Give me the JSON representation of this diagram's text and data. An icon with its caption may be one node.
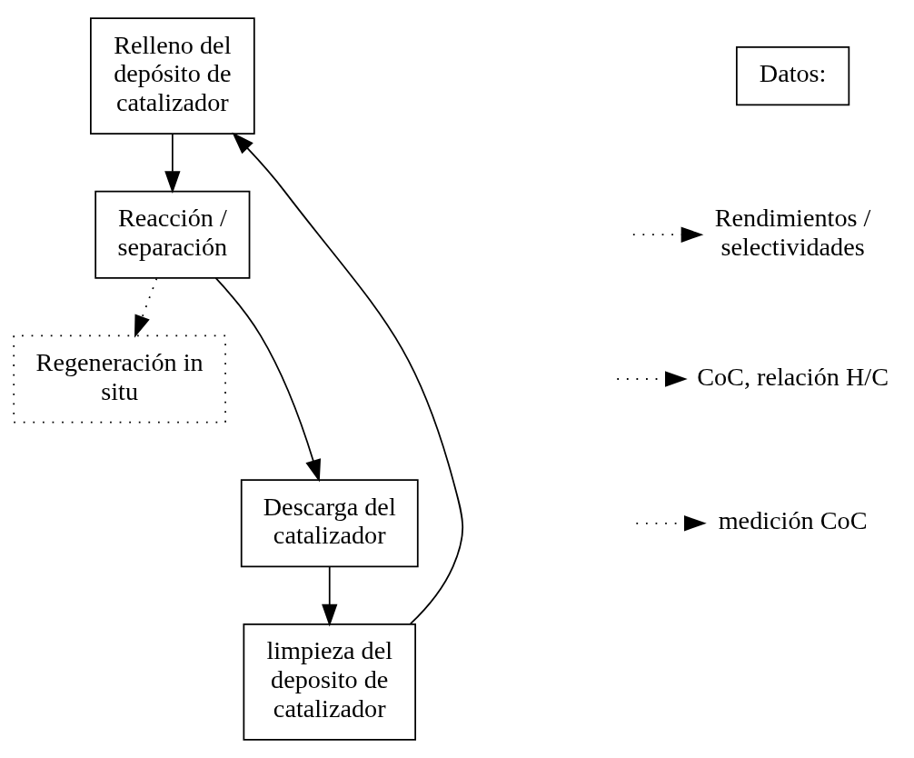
{
  "diagram": {
    "nodes": [
      {
        "text": [
          "Relleno del depósito de catalizador"
        ]
      },
      {
        "text": [
          "Reacción / separación"
        ]
      },
      {
        "text": [
          "Regeneración in situ"
        ]
      },
      {
        "text": [
          "Descarga del catalizador"
        ]
      },
      {
        "text": [
          "limpieza del deposito de catalizador"
        ]
      },
      {
        "text": [
          "Datos:"
        ]
      },
      {
        "text": [
          "Rendimientos / selectividades"
        ]
      },
      {
        "text": [
          "CoC, relación H/C"
        ]
      },
      {
        "text": [
          "medición CoC"
        ]
      }
    ],
    "edges": [
      {
        "from": 0,
        "to": 1,
        "arrow": "to"
      },
      {
        "from": 1,
        "to": 3,
        "arrow": "to"
      },
      {
        "from": 3,
        "to": 4,
        "arrow": "to"
      },
      {
        "from": 4,
        "to": 0,
        "arrow": "to"
      },
      {
        "from": 1,
        "to": 2,
        "arrow": "to",
        "style": "dashed"
      },
      {
        "from": null,
        "to": 6,
        "arrow": "to",
        "style": "dashed"
      },
      {
        "from": null,
        "to": 7,
        "arrow": "to",
        "style": "dashed"
      },
      {
        "from": null,
        "to": 8,
        "arrow": "to",
        "style": "dashed"
      }
    ]
  }
}
